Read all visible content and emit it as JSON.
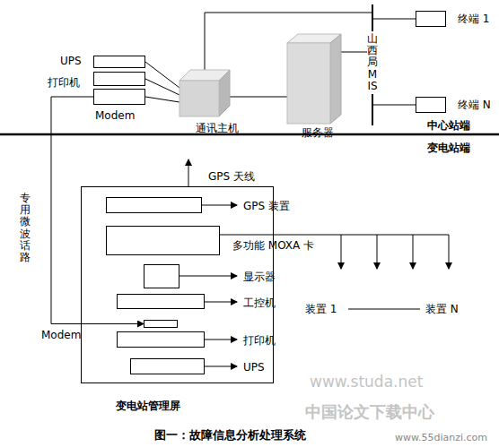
{
  "diagram": {
    "caption": "图一：故障信息分析处理系统",
    "nodes": [
      {
        "text": [
          "UPS"
        ]
      },
      {
        "text": [
          "打印机"
        ]
      },
      {
        "text": [
          "Modem"
        ]
      },
      {
        "text": [
          "通讯主机"
        ]
      },
      {
        "text": [
          "服务器"
        ]
      },
      {
        "text": [
          "山西局 MIS"
        ]
      },
      {
        "text": [
          "终端 1"
        ]
      },
      {
        "text": [
          "终端 N"
        ]
      },
      {
        "text": [
          "变电站管理屏"
        ]
      },
      {
        "text": [
          "GPS 装置"
        ],
        "in": 8
      },
      {
        "text": [
          "多功能 MOXA 卡"
        ],
        "in": 8
      },
      {
        "text": [
          "显示器"
        ],
        "in": 8
      },
      {
        "text": [
          "工控机"
        ],
        "in": 8
      },
      {
        "text": [
          "Modem"
        ],
        "in": 8
      },
      {
        "text": [
          "打印机"
        ],
        "in": 8
      },
      {
        "text": [
          "UPS"
        ],
        "in": 8
      }
    ],
    "edges": [
      {
        "from": 0,
        "to": 3,
        "arrow": "none"
      },
      {
        "from": 1,
        "to": 3,
        "arrow": "none"
      },
      {
        "from": 2,
        "to": 3,
        "arrow": "none"
      },
      {
        "from": 3,
        "to": 4,
        "arrow": "none"
      },
      {
        "from": 3,
        "to": 5,
        "arrow": "none"
      },
      {
        "from": 4,
        "to": 5,
        "arrow": "none"
      },
      {
        "from": 5,
        "to": 6,
        "arrow": "none"
      },
      {
        "from": 5,
        "to": 7,
        "arrow": "none"
      },
      {
        "from": 2,
        "to": 13,
        "arrow": "to"
      }
    ],
    "labels": [
      "中心站端",
      "变电站端",
      "GPS 天线",
      "装置 1",
      "装置 N",
      "专用微波话路",
      "www.studa.net",
      "中国论文下载中心",
      "www.55dianzi.com"
    ]
  }
}
